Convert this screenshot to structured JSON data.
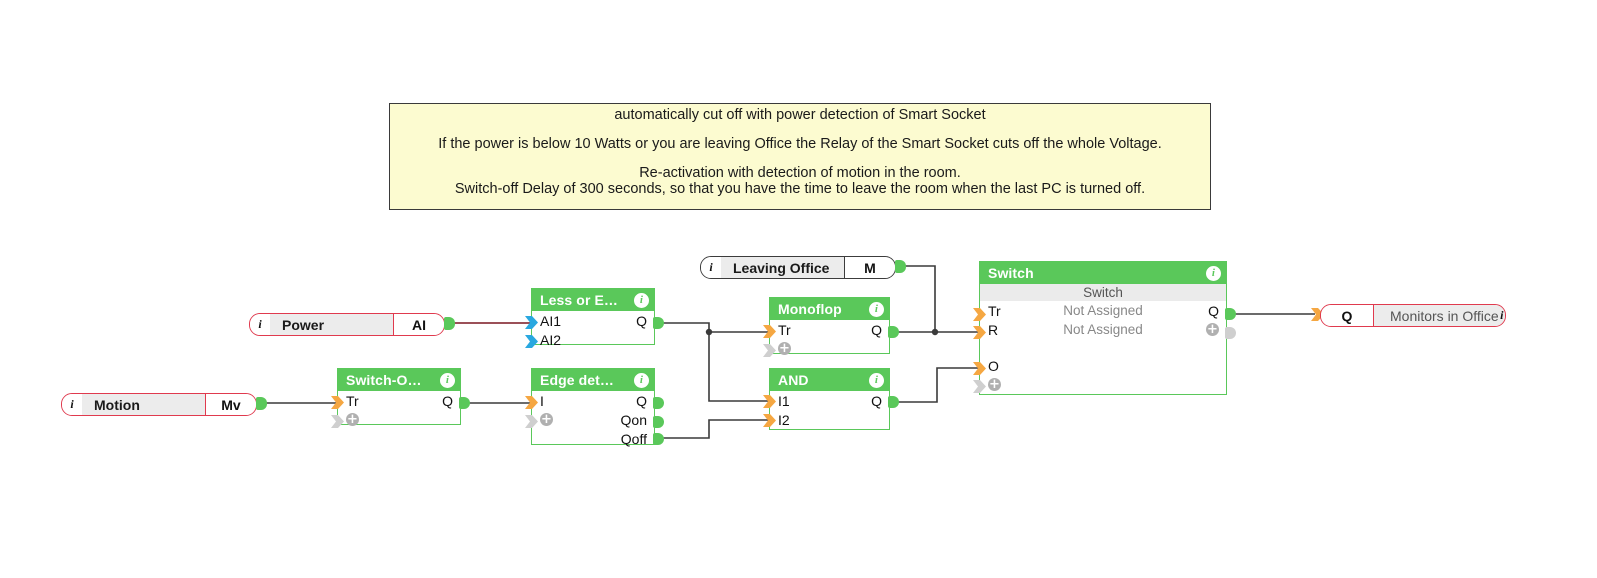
{
  "comment": {
    "lines": [
      "automatically cut off with power detection of Smart Socket",
      "",
      "If the power is below 10 Watts or you are leaving Office the Relay of the Smart Socket cuts off the whole Voltage.",
      "",
      "Re-activation with detection of motion in the room.",
      "Switch-off Delay of 300 seconds, so that you have the time to leave the room when the last PC is turned off."
    ]
  },
  "io_nodes": {
    "power": {
      "info": "i",
      "name": "Power",
      "port": "AI"
    },
    "motion": {
      "info": "i",
      "name": "Motion",
      "port": "Mv"
    },
    "leaving_office": {
      "info": "i",
      "name": "Leaving Office",
      "port": "M"
    },
    "monitors": {
      "info": "i",
      "name": "Monitors in Office",
      "port": "Q"
    }
  },
  "blocks": {
    "less_or_equal": {
      "title": "Less or E…",
      "info": "i",
      "inputs": [
        "AI1",
        "AI2"
      ],
      "outputs": [
        "Q"
      ]
    },
    "switch_off_delay": {
      "title": "Switch-O…",
      "info": "i",
      "inputs": [
        "Tr"
      ],
      "outputs": [
        "Q"
      ],
      "add": "+"
    },
    "edge_detection": {
      "title": "Edge  det…",
      "info": "i",
      "inputs": [
        "I"
      ],
      "outputs": [
        "Q",
        "Qon",
        "Qoff"
      ],
      "add": "+"
    },
    "monoflop": {
      "title": "Monoflop",
      "info": "i",
      "inputs": [
        "Tr"
      ],
      "outputs": [
        "Q"
      ],
      "add": "+"
    },
    "and_gate": {
      "title": "AND",
      "info": "i",
      "inputs": [
        "I1",
        "I2"
      ],
      "outputs": [
        "Q"
      ]
    },
    "switch": {
      "title": "Switch",
      "info": "i",
      "subheader": "Switch",
      "rows": [
        {
          "left": "Tr",
          "mid": "Not Assigned",
          "right": "Q"
        },
        {
          "left": "R",
          "mid": "Not Assigned",
          "right": "+"
        },
        {
          "left": "O",
          "mid": "",
          "right": ""
        }
      ],
      "add": "+"
    }
  },
  "colors": {
    "node_green": "#5ac85a",
    "io_red": "#e03a4e",
    "io_dark": "#3c3c3c",
    "comment_bg": "#fcfbd0",
    "wire_digital": "#3a3a3a",
    "wire_analog": "#7a1620",
    "port_in_digital": "#f5a742",
    "port_in_analog": "#29a8e0",
    "port_unused": "#cfcfcf"
  }
}
